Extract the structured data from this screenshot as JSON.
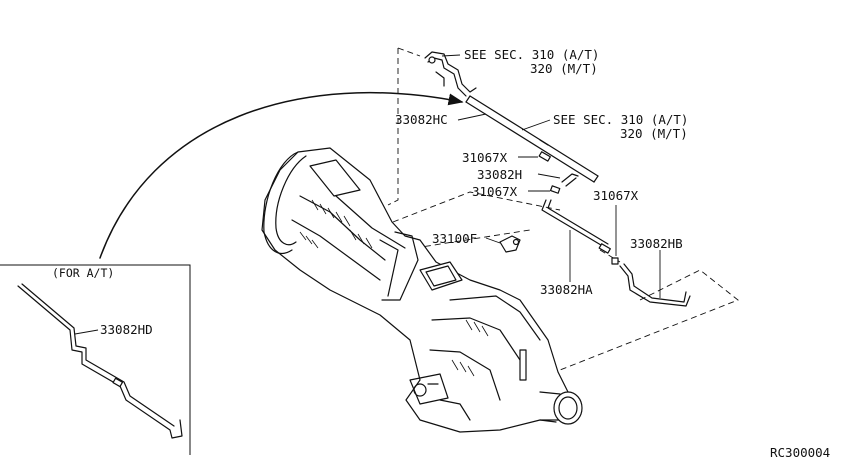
{
  "labels": {
    "see_sec_top_1": "SEE SEC. 310 (A/T)",
    "see_sec_top_2": "320 (M/T)",
    "see_sec_mid_1": "SEE SEC. 310 (A/T)",
    "see_sec_mid_2": "320 (M/T)",
    "p_33082hc": "33082HC",
    "p_31067x_a": "31067X",
    "p_33082h": "33082H",
    "p_31067x_b": "31067X",
    "p_31067x_c": "31067X",
    "p_33100f": "33100F",
    "p_33082hb": "33082HB",
    "p_33082ha": "33082HA",
    "inset_title": "(FOR A/T)",
    "p_33082hd": "33082HD",
    "drawing_code": "RC300004"
  }
}
